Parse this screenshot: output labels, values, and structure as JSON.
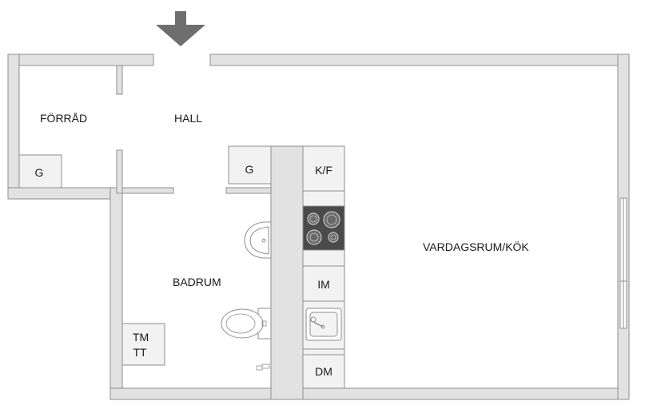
{
  "rooms": {
    "storage": "FÖRRÅD",
    "hall": "HALL",
    "bathroom": "BADRUM",
    "living_kitchen": "VARDAGSRUM/KÖK"
  },
  "fixtures": {
    "storage_closet": "G",
    "hall_closet": "G",
    "fridge_freezer": "K/F",
    "microwave": "IM",
    "dishwasher": "DM",
    "washer_line1": "TM",
    "washer_line2": "TT"
  },
  "colors": {
    "wall_fill": "#e2e2e2",
    "wall_stroke": "#8e8e8e",
    "stove_fill": "#4a4a4a",
    "entrance_arrow": "#6e6e6e"
  }
}
